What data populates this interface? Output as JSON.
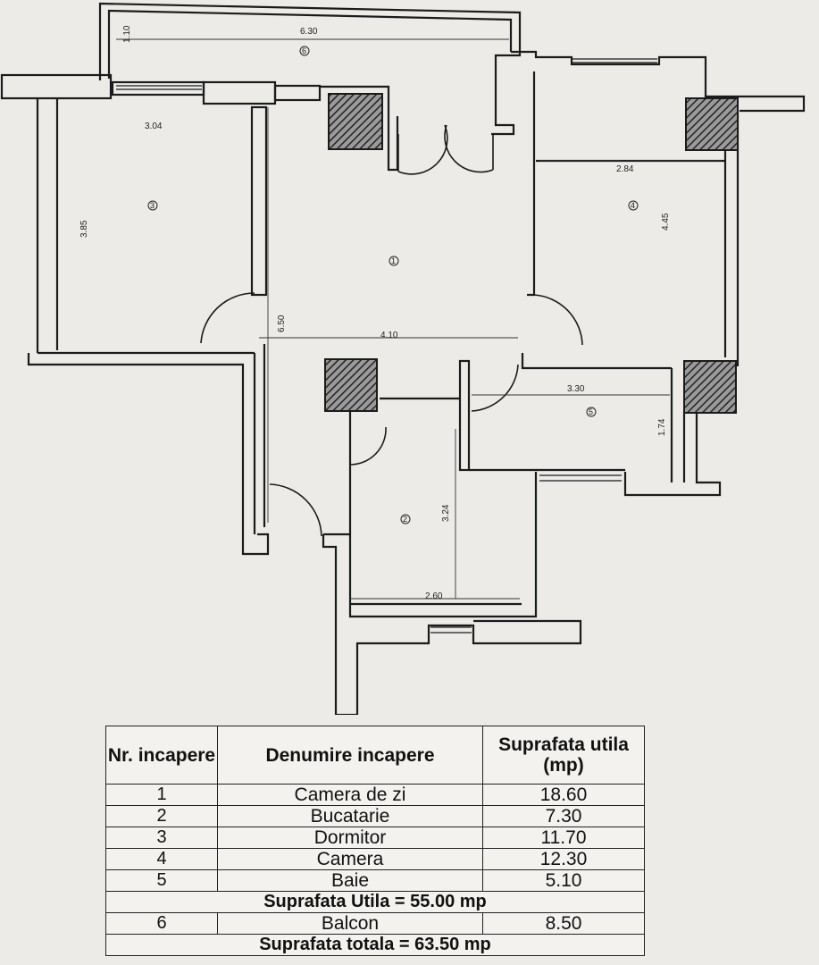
{
  "plan": {
    "dimensions": {
      "balcony_width": "6.30",
      "balcony_depth": "1.10",
      "bedroom_width": "3.04",
      "bedroom_depth": "3.85",
      "living_depth": "6.50",
      "living_width": "4.10",
      "room4_width": "2.84",
      "room4_depth": "4.45",
      "bath_width": "3.30",
      "bath_depth": "1.74",
      "kitchen_depth": "3.24",
      "kitchen_width": "2.60"
    },
    "room_markers": [
      "1",
      "2",
      "3",
      "4",
      "5",
      "6"
    ]
  },
  "table": {
    "headers": {
      "nr": "Nr. incapere",
      "name": "Denumire incapere",
      "area": "Suprafata utila (mp)"
    },
    "rows": [
      {
        "nr": "1",
        "name": "Camera de zi",
        "area": "18.60"
      },
      {
        "nr": "2",
        "name": "Bucatarie",
        "area": "7.30"
      },
      {
        "nr": "3",
        "name": "Dormitor",
        "area": "11.70"
      },
      {
        "nr": "4",
        "name": "Camera",
        "area": "12.30"
      },
      {
        "nr": "5",
        "name": "Baie",
        "area": "5.10"
      }
    ],
    "useful_total": "Suprafata Utila = 55.00 mp",
    "balcony_row": {
      "nr": "6",
      "name": "Balcon",
      "area": "8.50"
    },
    "grand_total": "Suprafata totala = 63.50 mp"
  },
  "colors": {
    "wall": "#1b1b1b",
    "paper": "#ecebe8",
    "hatch": "#333333"
  }
}
